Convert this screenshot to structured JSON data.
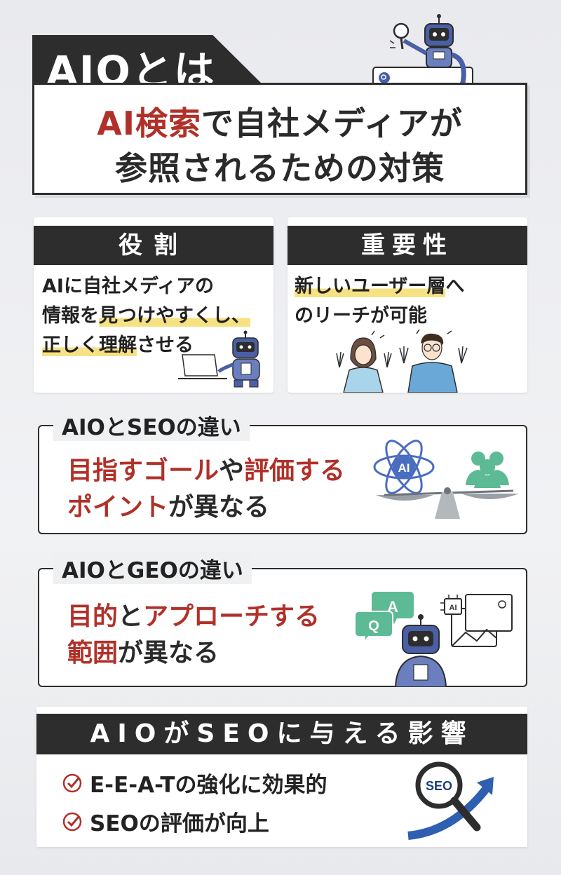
{
  "header": {
    "tab_label": "AIOとは",
    "line1_red": "AI検索",
    "line1_rest": "で自社メディアが",
    "line2": "参照されるための対策"
  },
  "role_card": {
    "title": "役割",
    "line1": "AIに自社メディアの",
    "line2_a": "情報を",
    "line2_hl": "見つけやすくし、",
    "line3_hl": "正しく理解",
    "line3_rest": "させる"
  },
  "importance_card": {
    "title": "重要性",
    "line1_hl": "新しいユーザー層",
    "line1_rest": "へ",
    "line2": "のリーチが可能"
  },
  "seo_section": {
    "label": "AIOとSEOの違い",
    "line1_red1": "目指すゴール",
    "line1_mid": "や",
    "line1_red2": "評価する",
    "line2_red": "ポイント",
    "line2_rest": "が異なる",
    "ai_icon_text": "AI"
  },
  "geo_section": {
    "label": "AIOとGEOの違い",
    "line1_red1": "目的",
    "line1_mid": "と",
    "line1_red2": "アプローチする",
    "line2_red": "範囲",
    "line2_rest": "が異なる",
    "bubble_a": "A",
    "bubble_q": "Q",
    "chip_text": "AI"
  },
  "impact_section": {
    "title": "AIOがSEOに与える影響",
    "items": [
      "E-E-A-Tの強化に効果的",
      "SEOの評価が向上"
    ],
    "magnifier_text": "SEO"
  },
  "colors": {
    "accent_red": "#b03129",
    "dark": "#2d2d2d",
    "highlight": "#f6e283",
    "robot_blue": "#4a5fa5",
    "green": "#5cba94"
  }
}
